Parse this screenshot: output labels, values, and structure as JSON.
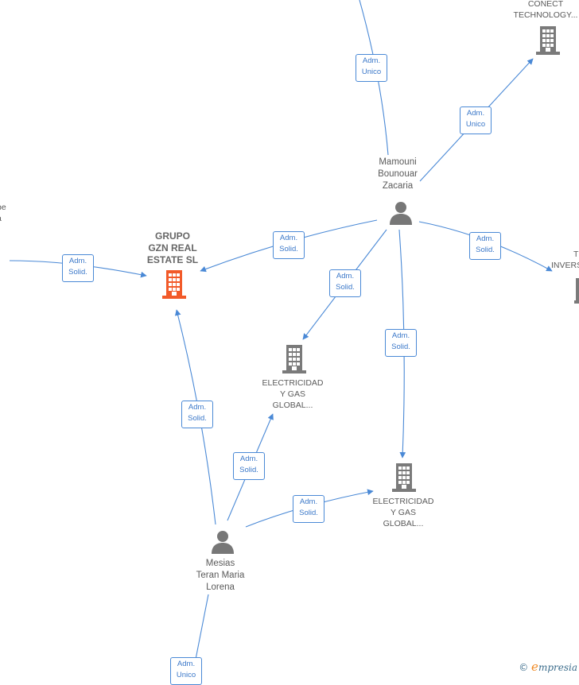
{
  "diagram": {
    "colors": {
      "edge": "#4a89d6",
      "building_main": "#f25a29",
      "building": "#7a7a7a",
      "person": "#777777"
    },
    "nodes": {
      "grupo_gzn": {
        "lines": [
          "GRUPO",
          "GZN REAL",
          "ESTATE  SL"
        ],
        "type": "company-highlight"
      },
      "conect_tech": {
        "lines": [
          "CONECT",
          "TECHNOLOGY..."
        ],
        "type": "company"
      },
      "mamouni": {
        "lines": [
          "Mamouni",
          "Bounouar",
          "Zacaria"
        ],
        "type": "person"
      },
      "electricidad_1": {
        "lines": [
          "ELECTRICIDAD",
          "Y GAS",
          "GLOBAL..."
        ],
        "type": "company"
      },
      "electricidad_2": {
        "lines": [
          "ELECTRICIDAD",
          "Y GAS",
          "GLOBAL..."
        ],
        "type": "company"
      },
      "mesias": {
        "lines": [
          "Mesias",
          "Teran Maria",
          "Lorena"
        ],
        "type": "person"
      },
      "left_partial": {
        "lines": [
          "pe",
          "a"
        ],
        "type": "person"
      },
      "right_partial": {
        "lines": [
          "T",
          "INVERS"
        ],
        "type": "company"
      }
    },
    "edges": [
      {
        "label": [
          "Adm.",
          "Unico"
        ]
      },
      {
        "label": [
          "Adm.",
          "Unico"
        ]
      },
      {
        "label": [
          "Adm.",
          "Solid."
        ]
      },
      {
        "label": [
          "Adm.",
          "Solid."
        ]
      },
      {
        "label": [
          "Adm.",
          "Solid."
        ]
      },
      {
        "label": [
          "Adm.",
          "Solid."
        ]
      },
      {
        "label": [
          "Adm.",
          "Solid."
        ]
      },
      {
        "label": [
          "Adm.",
          "Solid."
        ]
      },
      {
        "label": [
          "Adm.",
          "Solid."
        ]
      },
      {
        "label": [
          "Adm.",
          "Solid."
        ]
      },
      {
        "label": [
          "Adm.",
          "Unico"
        ]
      }
    ]
  },
  "watermark": {
    "symbol": "©",
    "brand_first": "e",
    "brand_rest": "mpresia"
  }
}
